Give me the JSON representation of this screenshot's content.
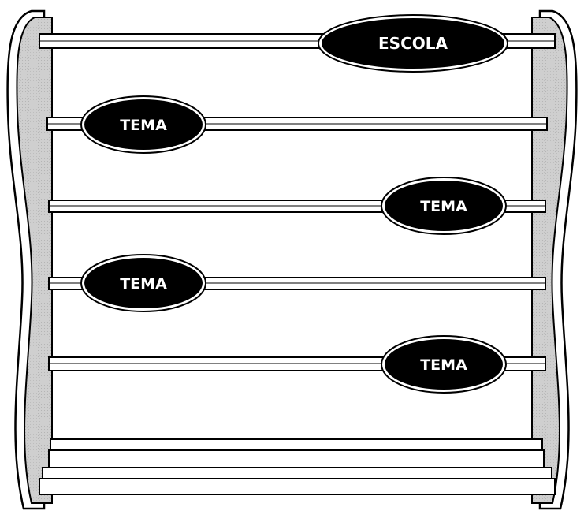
{
  "colors": {
    "frame_fill": "#c8c8c8",
    "stroke": "#000000",
    "background": "#ffffff",
    "label_fill": "#000000",
    "label_text": "#ffffff"
  },
  "labels": {
    "top": "ESCOLA",
    "rail1": "TEMA",
    "rail2": "TEMA",
    "rail3": "TEMA",
    "rail4": "TEMA"
  }
}
